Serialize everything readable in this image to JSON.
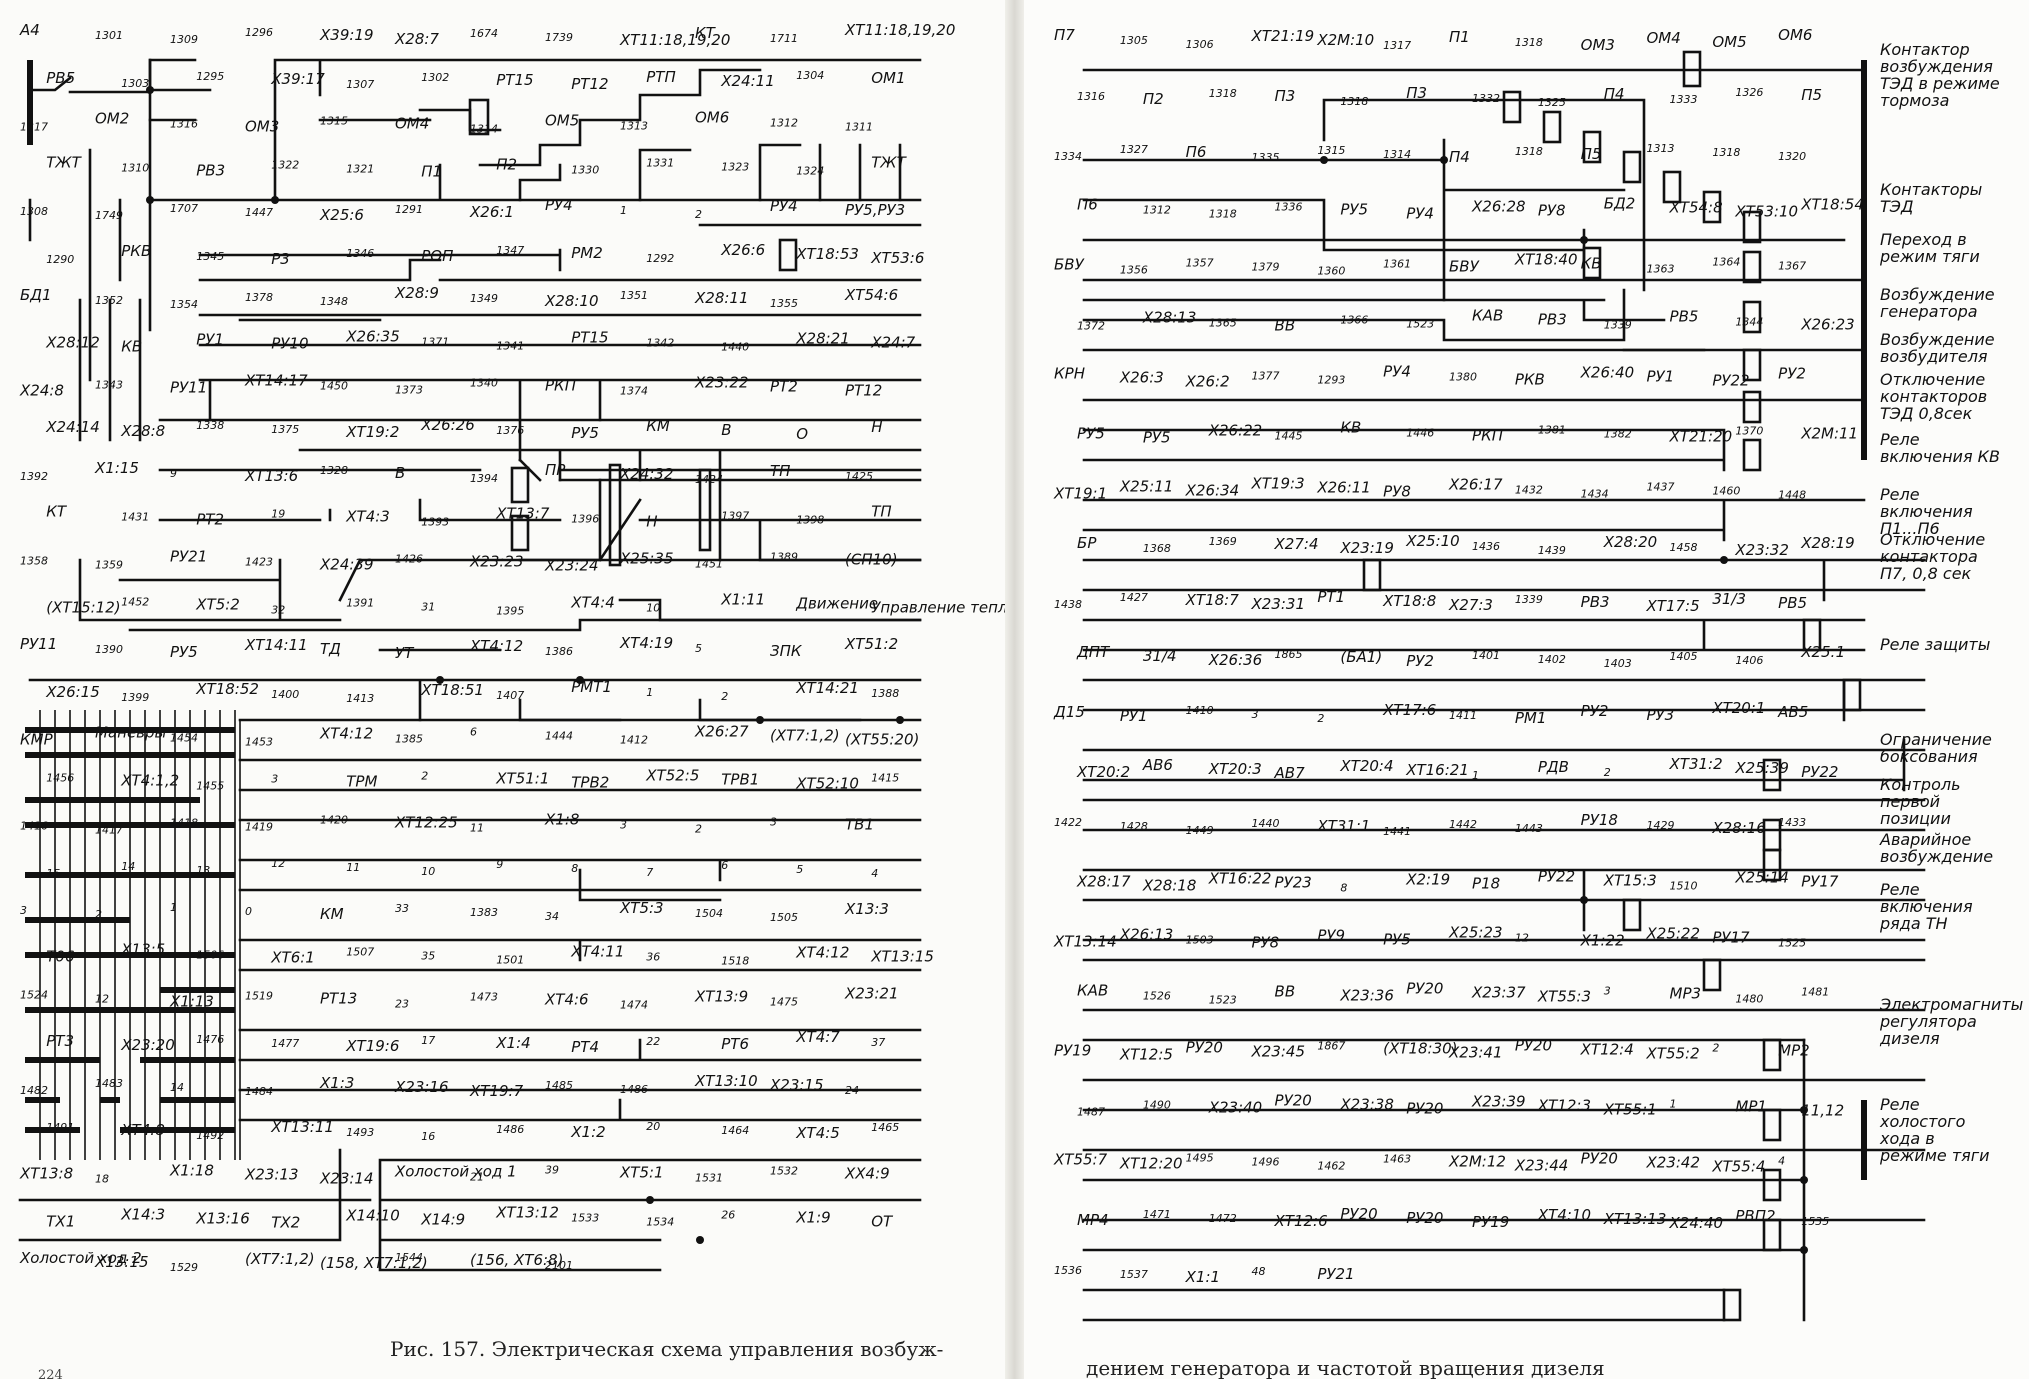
{
  "figure": {
    "caption_part1": "Рис. 157. Электрическая схема управления возбуж-",
    "caption_part2": "дением генератора и частотой вращения дизеля",
    "page_number": "224"
  },
  "left_page": {
    "labels": [
      "А4",
      "1301",
      "1309",
      "1296",
      "Х39:19",
      "Х28:7",
      "1674",
      "1739",
      "ХТ11:18,19,20",
      "КТ",
      "1711",
      "ХТ11:18,19,20",
      "РВ5",
      "1303",
      "1295",
      "Х39:17",
      "1307",
      "1302",
      "РТ15",
      "РТ12",
      "РТП",
      "Х24:11",
      "1304",
      "ОМ1",
      "1317",
      "ОМ2",
      "1316",
      "ОМ3",
      "1315",
      "ОМ4",
      "1314",
      "ОМ5",
      "1313",
      "ОМ6",
      "1312",
      "1311",
      "ТЖТ",
      "1310",
      "РВ3",
      "1322",
      "1321",
      "П1",
      "П2",
      "1330",
      "1331",
      "1323",
      "1324",
      "ТЖТ",
      "1308",
      "1749",
      "1707",
      "1447",
      "Х25:6",
      "1291",
      "Х26:1",
      "РУ4",
      "1",
      "2",
      "РУ4",
      "РУ5,РУ3",
      "1290",
      "РКВ",
      "1345",
      "Р3",
      "1346",
      "РОП",
      "1347",
      "РМ2",
      "1292",
      "Х26:6",
      "ХТ18:53",
      "ХТ53:6",
      "БД1",
      "1352",
      "1354",
      "1378",
      "1348",
      "Х28:9",
      "1349",
      "Х28:10",
      "1351",
      "Х28:11",
      "1355",
      "ХТ54:6",
      "Х28:12",
      "КВ",
      "РУ1",
      "РУ10",
      "Х26:35",
      "1371",
      "1341",
      "РТ15",
      "1342",
      "1440",
      "Х28:21",
      "Х24:7",
      "Х24:8",
      "1343",
      "РУ11",
      "ХТ14:17",
      "1450",
      "1373",
      "1340",
      "РКП",
      "1374",
      "Х23:22",
      "РТ2",
      "РТ12",
      "Х24:14",
      "Х28:8",
      "1338",
      "1375",
      "ХТ19:2",
      "Х26:26",
      "1376",
      "РУ5",
      "КМ",
      "В",
      "О",
      "Н",
      "1392",
      "Х1:15",
      "9",
      "ХТ13:6",
      "1328",
      "В",
      "1394",
      "ПР",
      "Х24:32",
      "1424",
      "ТП",
      "1425",
      "КТ",
      "1431",
      "РТ2",
      "19",
      "ХТ4:3",
      "1393",
      "ХТ13:7",
      "1396",
      "Н",
      "1397",
      "1398",
      "ТП",
      "1358",
      "1359",
      "РУ21",
      "1423",
      "Х24:39",
      "1426",
      "Х23:23",
      "Х23:24",
      "Х25:35",
      "1451",
      "1389",
      "(СП10)",
      "(ХТ15:12)",
      "1452",
      "ХТ5:2",
      "32",
      "1391",
      "31",
      "1395",
      "ХТ4:4",
      "10",
      "Х1:11",
      "Движение",
      "Управление тепловозом",
      "РУ11",
      "1390",
      "РУ5",
      "ХТ14:11",
      "ТД",
      "УТ",
      "ХТ4:12",
      "1386",
      "ХТ4:19",
      "5",
      "ЗПК",
      "ХТ51:2",
      "Х26:15",
      "1399",
      "ХТ18:52",
      "1400",
      "1413",
      "ХТ18:51",
      "1407",
      "РМТ1",
      "1",
      "2",
      "ХТ14:21",
      "1388",
      "КМР",
      "Маневры",
      "1454",
      "1453",
      "ХТ4:12",
      "1385",
      "6",
      "1444",
      "1412",
      "Х26:27",
      "(ХТ7:1,2)",
      "(ХТ55:20)",
      "1456",
      "ХТ4:1,2",
      "1455",
      "3",
      "ТРМ",
      "2",
      "ХТ51:1",
      "ТРВ2",
      "ХТ52:5",
      "ТРВ1",
      "ХТ52:10",
      "1415",
      "1416",
      "1417",
      "1418",
      "1419",
      "1420",
      "ХТ12:25",
      "11",
      "Х1:8",
      "3",
      "2",
      "3",
      "ТВ1",
      "15",
      "14",
      "13",
      "12",
      "11",
      "10",
      "9",
      "8",
      "7",
      "6",
      "5",
      "4",
      "3",
      "2",
      "1",
      "0",
      "КМ",
      "33",
      "1383",
      "34",
      "ХТ5:3",
      "1504",
      "1505",
      "Х13:3",
      "Т06",
      "Х13:5",
      "1506",
      "ХТ6:1",
      "1507",
      "35",
      "1501",
      "ХТ4:11",
      "36",
      "1518",
      "ХТ4:12",
      "ХТ13:15",
      "1524",
      "12",
      "Х1:13",
      "1519",
      "РТ13",
      "23",
      "1473",
      "ХТ4:6",
      "1474",
      "ХТ13:9",
      "1475",
      "Х23:21",
      "РТ3",
      "Х23:20",
      "1476",
      "1477",
      "ХТ19:6",
      "17",
      "Х1:4",
      "РТ4",
      "22",
      "РТ6",
      "ХТ4:7",
      "37",
      "1482",
      "1483",
      "14",
      "1484",
      "Х1:3",
      "Х23:16",
      "ХТ19:7",
      "1485",
      "1486",
      "ХТ13:10",
      "Х23:15",
      "24",
      "1491",
      "ХТ4:8",
      "1492",
      "ХТ13:11",
      "1493",
      "16",
      "1486",
      "Х1:2",
      "20",
      "1464",
      "ХТ4:5",
      "1465",
      "ХТ13:8",
      "18",
      "Х1:18",
      "Х23:13",
      "Х23:14",
      "Холостой ход 1",
      "21",
      "39",
      "ХТ5:1",
      "1531",
      "1532",
      "ХХ4:9",
      "ТХ1",
      "Х14:3",
      "Х13:16",
      "ТХ2",
      "Х14:10",
      "Х14:9",
      "ХТ13:12",
      "1533",
      "1534",
      "26",
      "Х1:9",
      "ОТ",
      "Холостой ход 2",
      "Х13:15",
      "1529",
      "(ХТ7:1,2)",
      "(158, ХТ7:1,2)",
      "1544",
      "(156, ХТ6:8)",
      "2101"
    ]
  },
  "right_page": {
    "annotations": [
      "Контактор возбуждения ТЭД в режиме тормоза",
      "Контакторы ТЭД",
      "Переход в режим тяги",
      "Возбуждение генератора",
      "Возбуждение возбудителя",
      "Отключение контакторов ТЭД 0,8сек",
      "Реле включения КВ",
      "Реле включения П1...П6",
      "Отключение контактора П7, 0,8 сек",
      "Реле защиты",
      "Ограничение боксования",
      "Контроль первой позиции",
      "Аварийное возбуждение",
      "Реле включения ряда ТН",
      "Электромагниты регулятора дизеля",
      "Реле холостого хода в режиме тяги"
    ],
    "labels": [
      "П7",
      "1305",
      "1306",
      "ХТ21:19",
      "Х2М:10",
      "1317",
      "П1",
      "1318",
      "ОМ3",
      "ОМ4",
      "ОМ5",
      "ОМ6",
      "1316",
      "П2",
      "1318",
      "П3",
      "1318",
      "П3",
      "1332",
      "1325",
      "П4",
      "1333",
      "1326",
      "П5",
      "1334",
      "1327",
      "П6",
      "1335",
      "1315",
      "1314",
      "П4",
      "1318",
      "П5",
      "1313",
      "1318",
      "1320",
      "П6",
      "1312",
      "1318",
      "1336",
      "РУ5",
      "РУ4",
      "Х26:28",
      "РУ8",
      "БД2",
      "ХТ54:8",
      "ХТ53:10",
      "ХТ18:54",
      "БВУ",
      "1356",
      "1357",
      "1379",
      "1360",
      "1361",
      "БВУ",
      "ХТ18:40",
      "КВ",
      "1363",
      "1364",
      "1367",
      "1372",
      "Х28:13",
      "1365",
      "ВВ",
      "1366",
      "1523",
      "КАВ",
      "РВ3",
      "1339",
      "РВ5",
      "1344",
      "Х26:23",
      "КРН",
      "Х26:3",
      "Х26:2",
      "1377",
      "1293",
      "РУ4",
      "1380",
      "РКВ",
      "Х26:40",
      "РУ1",
      "РУ22",
      "РУ2",
      "РУ5",
      "РУ5",
      "Х26:22",
      "1445",
      "КВ",
      "1446",
      "РКП",
      "1381",
      "1382",
      "ХТ21:20",
      "1370",
      "Х2М:11",
      "ХТ19:1",
      "Х25:11",
      "Х26:34",
      "ХТ19:3",
      "Х26:11",
      "РУ8",
      "Х26:17",
      "1432",
      "1434",
      "1437",
      "1460",
      "1448",
      "БР",
      "1368",
      "1369",
      "Х27:4",
      "Х23:19",
      "Х25:10",
      "1436",
      "1439",
      "Х28:20",
      "1458",
      "Х23:32",
      "Х28:19",
      "1438",
      "1427",
      "ХТ18:7",
      "Х23:31",
      "РТ1",
      "ХТ18:8",
      "Х27:3",
      "1339",
      "РВ3",
      "ХТ17:5",
      "31/3",
      "РВ5",
      "ДПТ",
      "31/4",
      "Х26:36",
      "1865",
      "(БА1)",
      "РУ2",
      "1401",
      "1402",
      "1403",
      "1405",
      "1406",
      "Х25:1",
      "Д15",
      "РУ1",
      "1410",
      "3",
      "2",
      "ХТ17:6",
      "1411",
      "РМ1",
      "РУ2",
      "РУ3",
      "ХТ20:1",
      "АВ5",
      "ХТ20:2",
      "АВ6",
      "ХТ20:3",
      "АВ7",
      "ХТ20:4",
      "ХТ16:21",
      "1",
      "РДВ",
      "2",
      "ХТ31:2",
      "Х25:39",
      "РУ22",
      "1422",
      "1428",
      "1449",
      "1440",
      "ХТ31:1",
      "1441",
      "1442",
      "1443",
      "РУ18",
      "1429",
      "Х28:16",
      "1433",
      "Х28:17",
      "Х28:18",
      "ХТ16:22",
      "РУ23",
      "8",
      "Х2:19",
      "Р18",
      "РУ22",
      "ХТ15:3",
      "1510",
      "Х25:14",
      "РУ17",
      "ХТ13:14",
      "Х26:13",
      "1503",
      "РУ8",
      "РУ9",
      "РУ5",
      "Х25:23",
      "12",
      "Х1:22",
      "Х25:22",
      "РУ17",
      "1525",
      "КАВ",
      "1526",
      "1523",
      "ВВ",
      "Х23:36",
      "РУ20",
      "Х23:37",
      "ХТ55:3",
      "3",
      "МР3",
      "1480",
      "1481",
      "РУ19",
      "ХТ12:5",
      "РУ20",
      "Х23:45",
      "1867",
      "(ХТ18:30)",
      "Х23:41",
      "РУ20",
      "ХТ12:4",
      "ХТ55:2",
      "2",
      "МР2",
      "1487",
      "1490",
      "Х23:40",
      "РУ20",
      "Х23:38",
      "РУ20",
      "Х23:39",
      "ХТ12:3",
      "ХТ55:1",
      "1",
      "МР1",
      "11,12",
      "ХТ55:7",
      "ХТ12:20",
      "1495",
      "1496",
      "1462",
      "1463",
      "Х2М:12",
      "Х23:44",
      "РУ20",
      "Х23:42",
      "ХТ55:4",
      "4",
      "МР4",
      "1471",
      "1472",
      "ХТ12:6",
      "РУ20",
      "РУ20",
      "РУ19",
      "ХТ4:10",
      "ХТ13:13",
      "Х24:40",
      "РВП2",
      "1535",
      "1536",
      "1537",
      "Х1:1",
      "48",
      "РУ21"
    ]
  }
}
